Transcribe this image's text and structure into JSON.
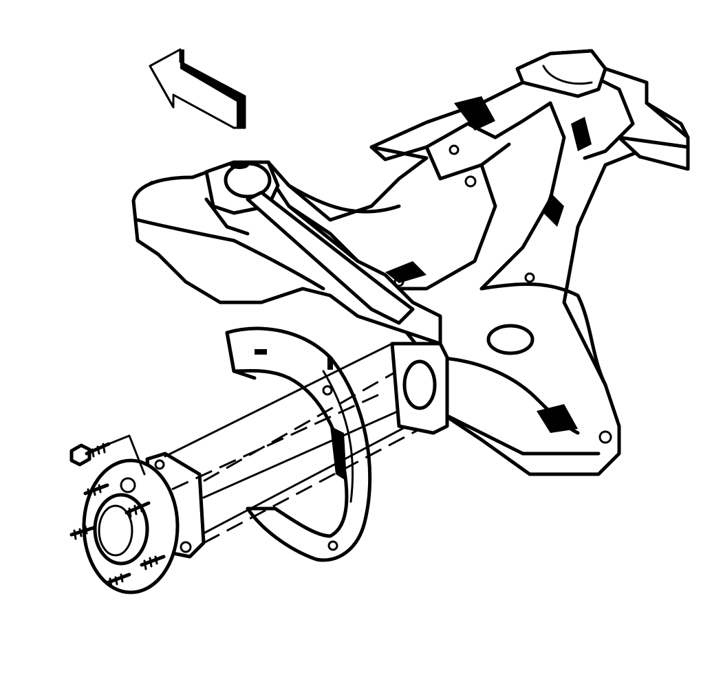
{
  "diagram": {
    "background_color": "#ffffff",
    "ink_color": "#000000",
    "parts": [
      {
        "key": "direction-arrow",
        "icon": "arrow-up-left-icon"
      },
      {
        "key": "rear-axle-frame"
      },
      {
        "key": "trailing-arm"
      },
      {
        "key": "backing-plate"
      },
      {
        "key": "hub-bearing-assembly"
      },
      {
        "key": "wheel-studs",
        "count": 5
      },
      {
        "key": "hub-bolt"
      },
      {
        "key": "assembly-guide-lines"
      }
    ]
  }
}
